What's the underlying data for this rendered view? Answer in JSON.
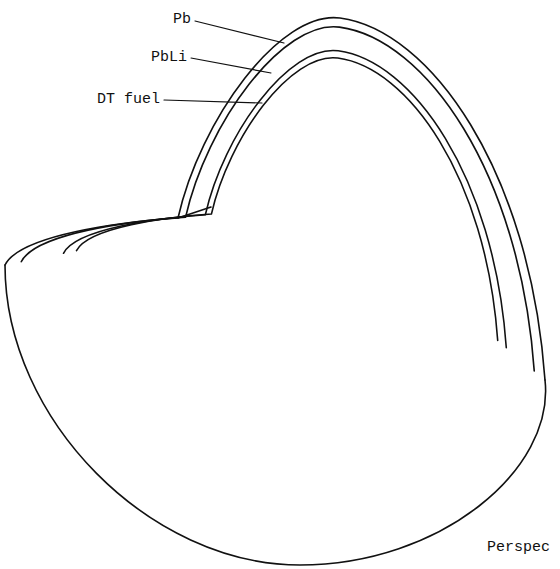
{
  "diagram": {
    "labels": [
      "Pb",
      "PbLi",
      "DT fuel",
      "Perspec"
    ]
  }
}
